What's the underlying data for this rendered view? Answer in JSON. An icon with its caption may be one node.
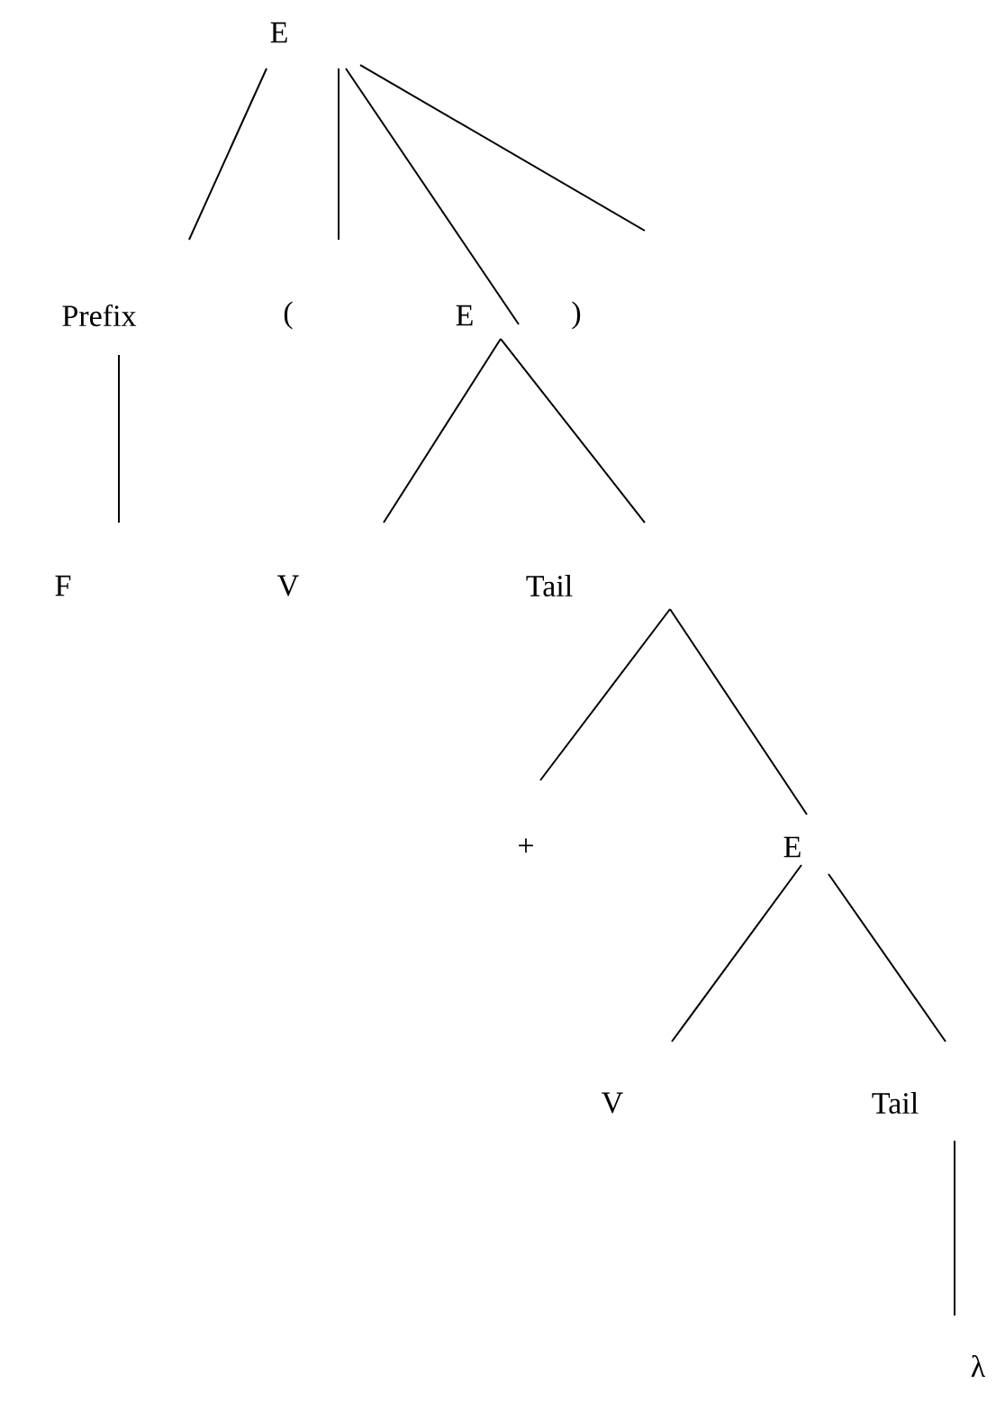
{
  "diagram": {
    "nodes": [
      {
        "text": [
          "E"
        ]
      },
      {
        "text": [
          "Prefix"
        ]
      },
      {
        "text": [
          "("
        ]
      },
      {
        "text": [
          "E"
        ]
      },
      {
        "text": [
          ")"
        ]
      },
      {
        "text": [
          "F"
        ]
      },
      {
        "text": [
          "V"
        ]
      },
      {
        "text": [
          "Tail"
        ]
      },
      {
        "text": [
          "+"
        ]
      },
      {
        "text": [
          "E"
        ]
      },
      {
        "text": [
          "V"
        ]
      },
      {
        "text": [
          "Tail"
        ]
      },
      {
        "text": [
          "λ"
        ]
      }
    ],
    "edges": [
      {
        "from": 0,
        "to": 1,
        "arrow": "none"
      },
      {
        "from": 0,
        "to": 2,
        "arrow": "none"
      },
      {
        "from": 0,
        "to": 3,
        "arrow": "none"
      },
      {
        "from": 0,
        "to": 4,
        "arrow": "none"
      },
      {
        "from": 1,
        "to": 5,
        "arrow": "none"
      },
      {
        "from": 3,
        "to": 6,
        "arrow": "none"
      },
      {
        "from": 3,
        "to": 7,
        "arrow": "none"
      },
      {
        "from": 7,
        "to": 8,
        "arrow": "none"
      },
      {
        "from": 7,
        "to": 9,
        "arrow": "none"
      },
      {
        "from": 9,
        "to": 10,
        "arrow": "none"
      },
      {
        "from": 9,
        "to": 11,
        "arrow": "none"
      },
      {
        "from": 11,
        "to": 12,
        "arrow": "none"
      }
    ]
  }
}
